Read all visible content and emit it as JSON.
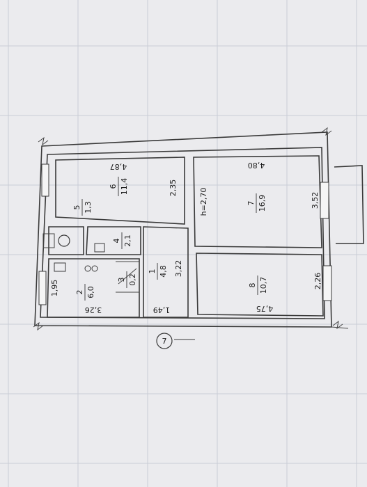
{
  "plan": {
    "axis_marker": "7",
    "ceiling_height": "h=2,70",
    "rooms": [
      {
        "number": "1",
        "area": "4,8"
      },
      {
        "number": "2",
        "area": "6,0"
      },
      {
        "number": "3",
        "area": "0,2"
      },
      {
        "number": "4",
        "area": "2,1"
      },
      {
        "number": "5",
        "area": "1,3"
      },
      {
        "number": "6",
        "area": "11,4"
      },
      {
        "number": "7",
        "area": "16,9"
      },
      {
        "number": "8",
        "area": "10,7"
      }
    ],
    "dimensions": {
      "room6_top": "4,87",
      "room6_side": "2,35",
      "room7_top": "4,80",
      "room7_side": "3,52",
      "room8_bottom": "4,75",
      "room8_side": "2,26",
      "room2_bottom": "3,26",
      "room2_side": "1,95",
      "corridor_side": "3,22",
      "corridor_bottom": "1,49"
    }
  }
}
